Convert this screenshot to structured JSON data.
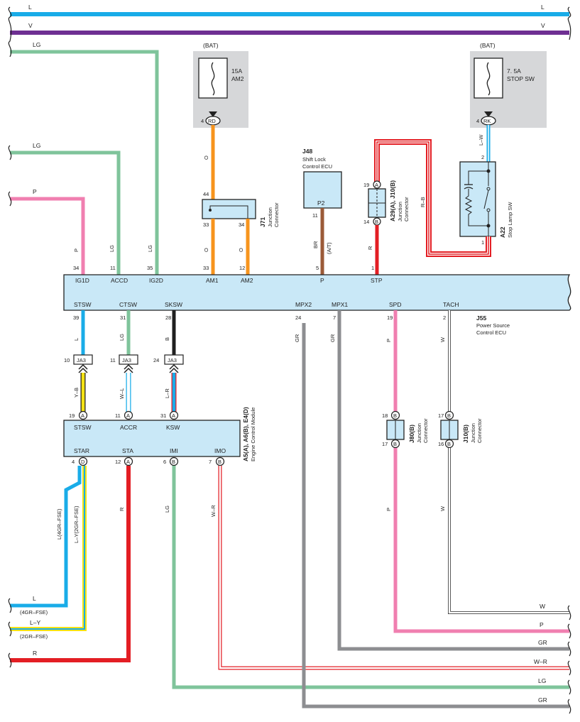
{
  "colors": {
    "L": "#19ace8",
    "V": "#6e2f92",
    "LG": "#7fc49b",
    "P": "#f07fb0",
    "O": "#f7941d",
    "BR": "#9b5a38",
    "R": "#e31e24",
    "B": "#1f1f1f",
    "GR": "#8d8e91",
    "W": "#ffffff",
    "Y": "#f5e214",
    "ecu_fill": "#c9e8f7",
    "fuse_bg": "#d6d7d9"
  },
  "bus_labels": {
    "L": "L",
    "V": "V"
  },
  "left_wire_labels": {
    "lg1": "LG",
    "lg2": "LG",
    "p": "P",
    "l": "L",
    "l_note": "(4GR–FSE)",
    "ly": "L–Y",
    "ly_note": "(2GR–FSE)",
    "r": "R"
  },
  "right_wire_labels": [
    "W",
    "P",
    "GR",
    "W–R",
    "LG",
    "GR"
  ],
  "fuse_am2": {
    "source": "(BAT)",
    "rating": "15A",
    "name": "AM2",
    "pin": "4",
    "connector": "RD"
  },
  "fuse_stop": {
    "source": "(BAT)",
    "rating": "7. 5A",
    "name": "STOP SW",
    "pin": "4",
    "connector": "RK"
  },
  "shift_lock": {
    "code": "J48",
    "name_l1": "Shift Lock",
    "name_l2": "Control ECU",
    "pin_name": "P2",
    "pin": "11",
    "wire": "BR",
    "note": "(A/T)"
  },
  "j71": {
    "code": "J71",
    "name_l1": "Junction",
    "name_l2": "Connector",
    "pin_top": "44",
    "pin_bl": "33",
    "pin_br": "34"
  },
  "a29": {
    "code": "A29(A), J10(B)",
    "name_l1": "Junction",
    "name_l2": "Connector",
    "pin_top": "19",
    "conn_top": "A",
    "pin_bot": "14",
    "conn_bot": "B"
  },
  "stop_lamp": {
    "code": "A22",
    "name": "Stop Lamp SW",
    "pin_top": "2",
    "pin_bot": "1"
  },
  "power_ecu": {
    "code": "J55",
    "name_l1": "Power Source",
    "name_l2": "Control ECU",
    "top_pins": [
      {
        "name": "IG1D",
        "num": "34",
        "wire": "P"
      },
      {
        "name": "ACCD",
        "num": "11",
        "wire": "LG"
      },
      {
        "name": "IG2D",
        "num": "35",
        "wire": "LG"
      },
      {
        "name": "AM1",
        "num": "33",
        "wire": "O"
      },
      {
        "name": "AM2",
        "num": "12",
        "wire": "O"
      },
      {
        "name": "P",
        "num": "5",
        "wire": ""
      },
      {
        "name": "STP",
        "num": "1",
        "wire": "R"
      }
    ],
    "bottom_pins": [
      {
        "name": "STSW",
        "num": "39",
        "wire": "L"
      },
      {
        "name": "CTSW",
        "num": "31",
        "wire": "LG"
      },
      {
        "name": "SKSW",
        "num": "28",
        "wire": "B"
      },
      {
        "name": "MPX2",
        "num": "24",
        "wire": "GR"
      },
      {
        "name": "MPX1",
        "num": "7",
        "wire": "GR"
      },
      {
        "name": "SPD",
        "num": "19",
        "wire": "P"
      },
      {
        "name": "TACH",
        "num": "2",
        "wire": "W"
      }
    ]
  },
  "ja3": [
    {
      "pin": "10",
      "name": "JA3",
      "wire_below": "Y–B"
    },
    {
      "pin": "11",
      "name": "JA3",
      "wire_below": "W–L"
    },
    {
      "pin": "24",
      "name": "JA3",
      "wire_below": "L–R"
    }
  ],
  "engine_ecm": {
    "code": "A5(A), A6(B), E4(D)",
    "name": "Engine Control Module",
    "top_pins": [
      {
        "name": "STSW",
        "num": "19",
        "conn": "A"
      },
      {
        "name": "ACCR",
        "num": "11",
        "conn": "A"
      },
      {
        "name": "KSW",
        "num": "31",
        "conn": "A"
      }
    ],
    "bottom_pins": [
      {
        "name": "STAR",
        "num": "4",
        "conn": "D"
      },
      {
        "name": "STA",
        "num": "12",
        "conn": "A"
      },
      {
        "name": "IMI",
        "num": "6",
        "conn": "B"
      },
      {
        "name": "IMO",
        "num": "7",
        "conn": "B"
      }
    ]
  },
  "ecm_wires": {
    "star_a": "L(4GR–FSE)",
    "star_b": "L–Y(2GR–FSE)",
    "sta": "R",
    "imi": "LG",
    "imo": "W–R"
  },
  "j80": {
    "code": "J80(B)",
    "name_l1": "Junction",
    "name_l2": "Connector",
    "pin_top": "18",
    "conn_top": "B",
    "pin_bot": "17",
    "conn_bot": "B",
    "wire_below": "P"
  },
  "j10": {
    "code": "J10(B)",
    "name_l1": "Junction",
    "name_l2": "Connector",
    "pin_top": "17",
    "conn_top": "B",
    "pin_bot": "16",
    "conn_bot": "B",
    "wire_below": "W"
  },
  "misc_wires": {
    "am2_o": "O",
    "stp_rb": "R–B",
    "stop_lw": "L–W",
    "j71_o1": "O",
    "j71_o2": "O"
  }
}
